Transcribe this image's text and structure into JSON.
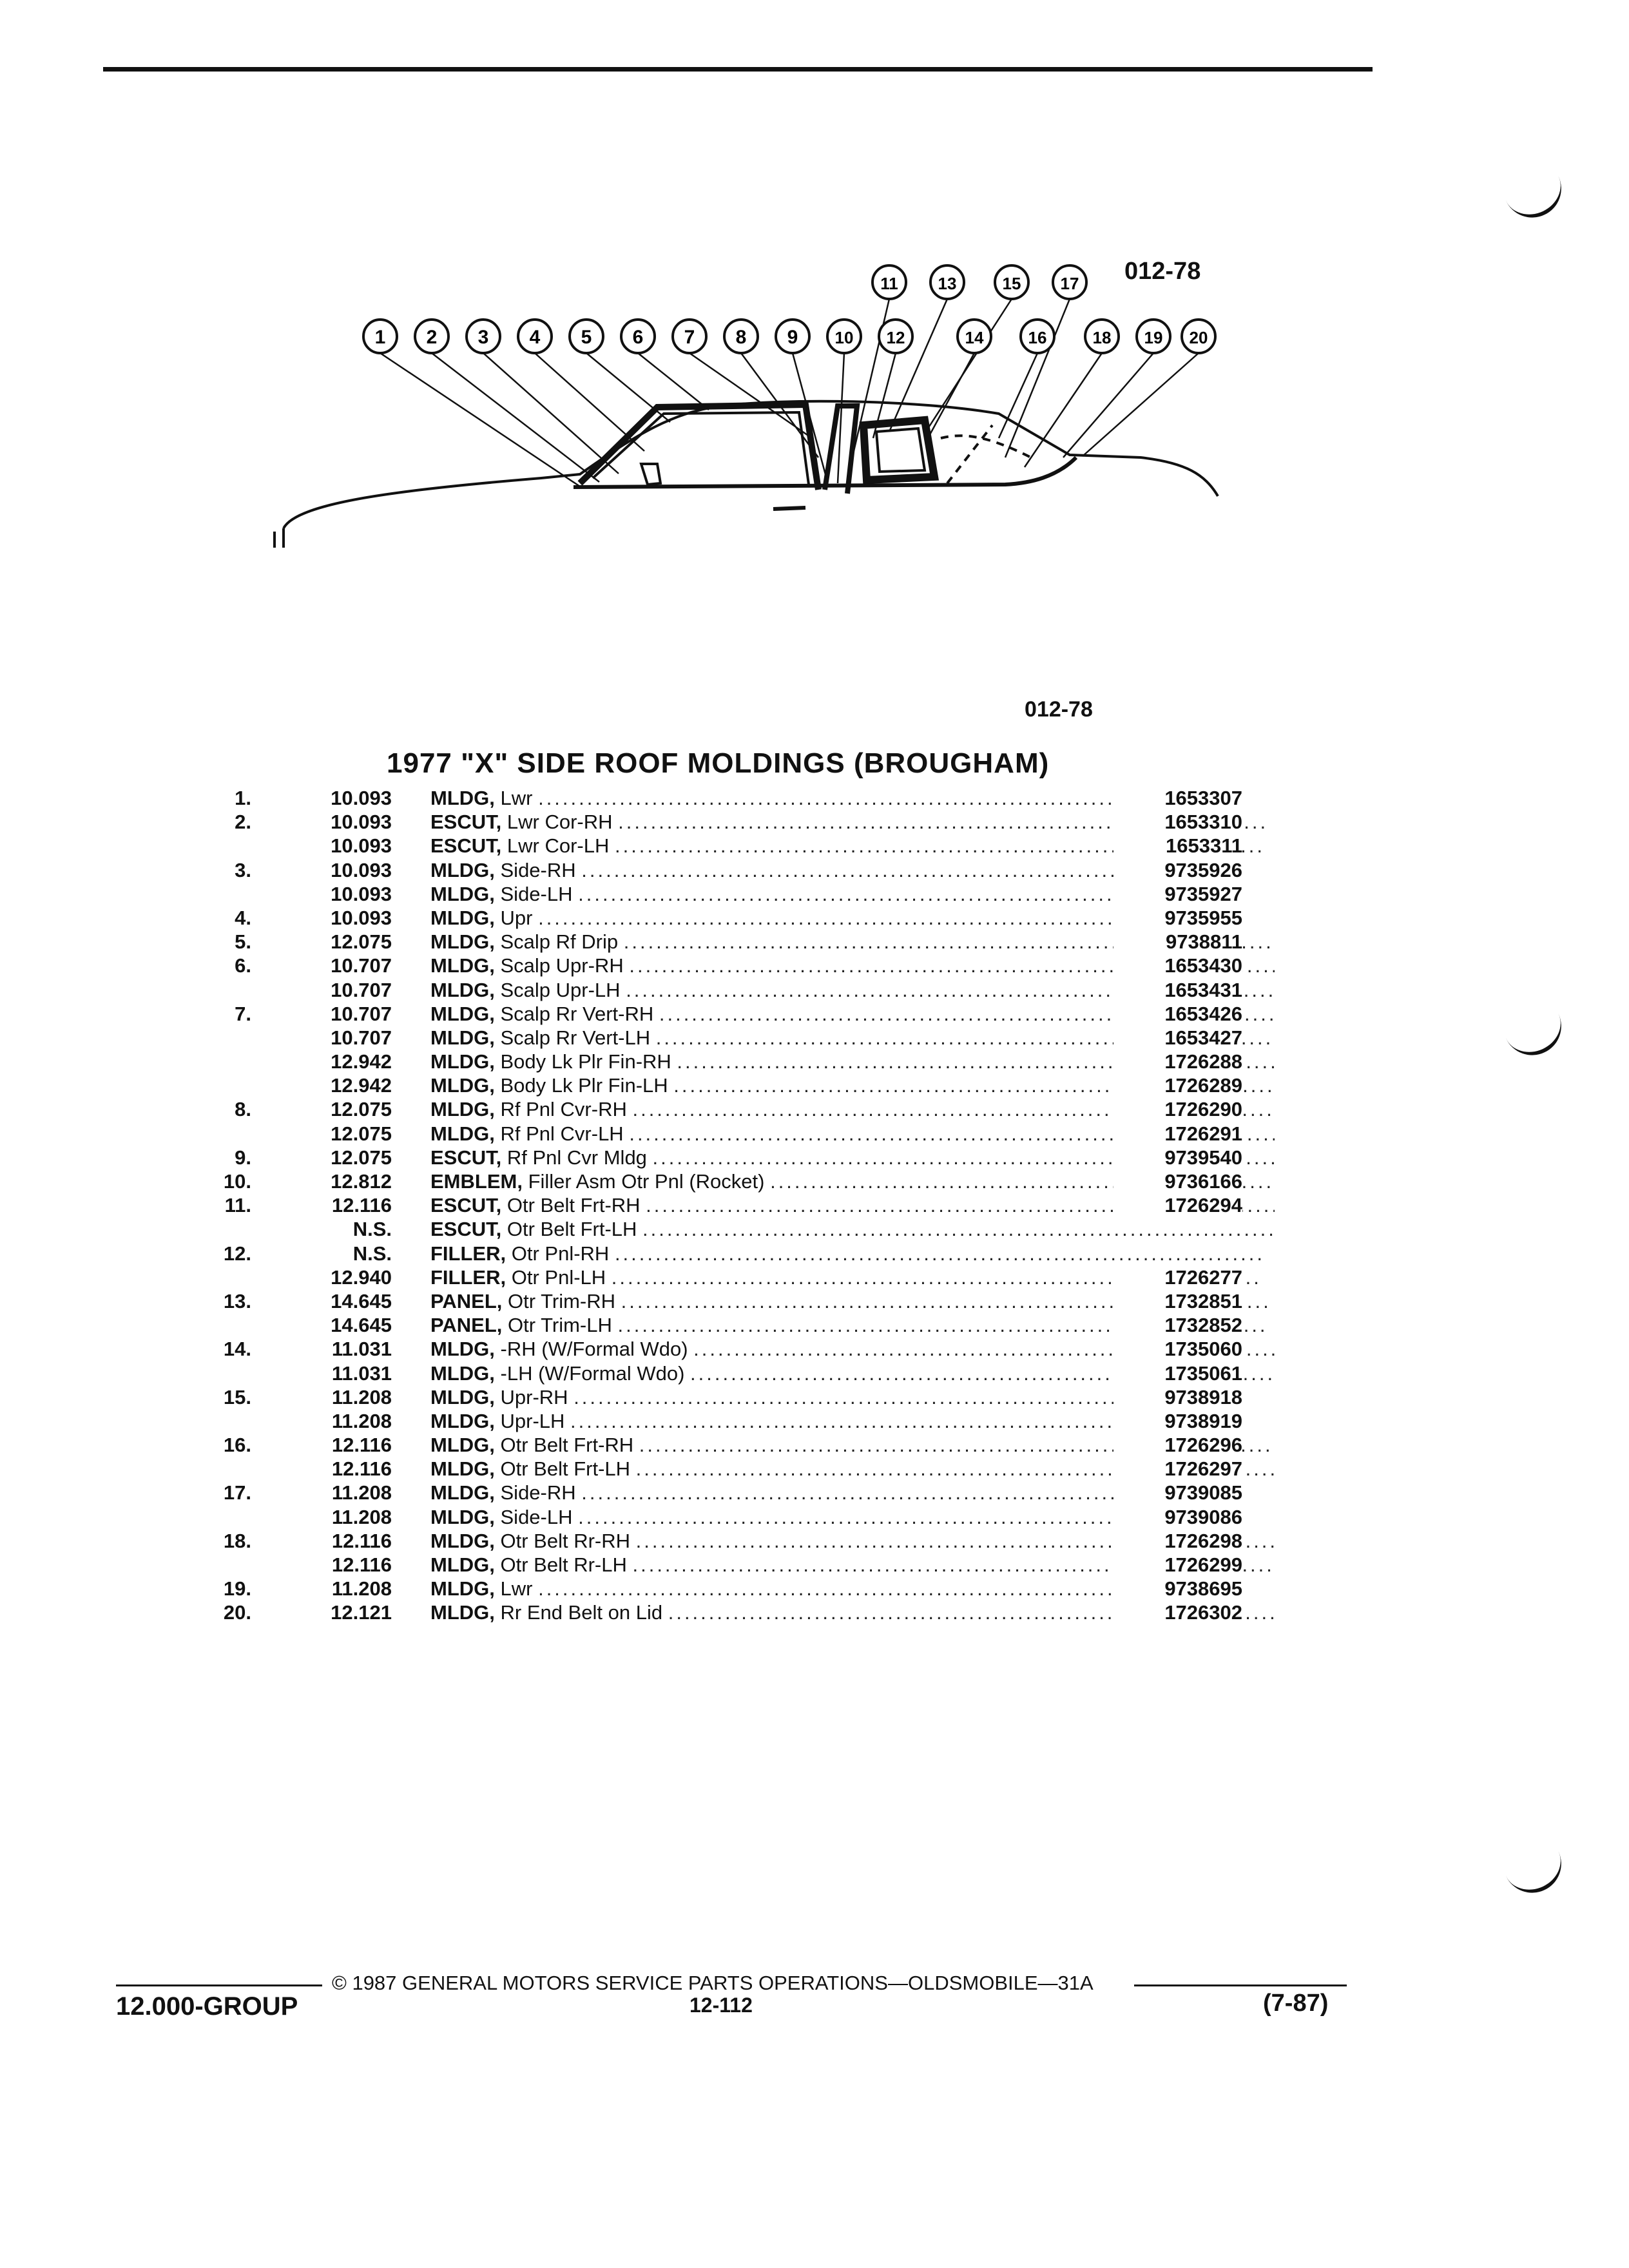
{
  "figure_code": "012-78",
  "figure_code_mid": "012-78",
  "callouts": [
    "1",
    "2",
    "3",
    "4",
    "5",
    "6",
    "7",
    "8",
    "9",
    "10",
    "11",
    "12",
    "13",
    "14",
    "15",
    "16",
    "17",
    "18",
    "19",
    "20"
  ],
  "title": "1977 \"X\" SIDE ROOF MOLDINGS (BROUGHAM)",
  "parts": [
    {
      "item": "1.",
      "group": "10.093",
      "name": "MLDG,",
      "desc": "Lwr",
      "part": "1653307"
    },
    {
      "item": "2.",
      "group": "10.093",
      "name": "ESCUT,",
      "desc": "Lwr Cor-RH",
      "part": "1653310"
    },
    {
      "item": "",
      "group": "10.093",
      "name": "ESCUT,",
      "desc": "Lwr Cor-LH",
      "part": "1653311"
    },
    {
      "item": "3.",
      "group": "10.093",
      "name": "MLDG,",
      "desc": "Side-RH",
      "part": "9735926"
    },
    {
      "item": "",
      "group": "10.093",
      "name": "MLDG,",
      "desc": "Side-LH",
      "part": "9735927"
    },
    {
      "item": "4.",
      "group": "10.093",
      "name": "MLDG,",
      "desc": "Upr",
      "part": "9735955"
    },
    {
      "item": "5.",
      "group": "12.075",
      "name": "MLDG,",
      "desc": "Scalp Rf Drip",
      "part": "9738811"
    },
    {
      "item": "6.",
      "group": "10.707",
      "name": "MLDG,",
      "desc": "Scalp Upr-RH",
      "part": "1653430"
    },
    {
      "item": "",
      "group": "10.707",
      "name": "MLDG,",
      "desc": "Scalp Upr-LH",
      "part": "1653431"
    },
    {
      "item": "7.",
      "group": "10.707",
      "name": "MLDG,",
      "desc": "Scalp Rr Vert-RH",
      "part": "1653426"
    },
    {
      "item": "",
      "group": "10.707",
      "name": "MLDG,",
      "desc": "Scalp Rr Vert-LH",
      "part": "1653427"
    },
    {
      "item": "",
      "group": "12.942",
      "name": "MLDG,",
      "desc": "Body Lk Plr Fin-RH",
      "part": "1726288"
    },
    {
      "item": "",
      "group": "12.942",
      "name": "MLDG,",
      "desc": "Body Lk Plr Fin-LH",
      "part": "1726289"
    },
    {
      "item": "8.",
      "group": "12.075",
      "name": "MLDG,",
      "desc": "Rf Pnl Cvr-RH",
      "part": "1726290"
    },
    {
      "item": "",
      "group": "12.075",
      "name": "MLDG,",
      "desc": "Rf Pnl Cvr-LH",
      "part": "1726291"
    },
    {
      "item": "9.",
      "group": "12.075",
      "name": "ESCUT,",
      "desc": "Rf Pnl Cvr Mldg",
      "part": "9739540"
    },
    {
      "item": "10.",
      "group": "12.812",
      "name": "EMBLEM,",
      "desc": "Filler Asm Otr Pnl (Rocket)",
      "part": "9736166"
    },
    {
      "item": "11.",
      "group": "12.116",
      "name": "ESCUT,",
      "desc": "Otr Belt Frt-RH",
      "part": "1726294"
    },
    {
      "item": "",
      "group": "N.S.",
      "name": "ESCUT,",
      "desc": "Otr Belt Frt-LH",
      "part": ""
    },
    {
      "item": "12.",
      "group": "N.S.",
      "name": "FILLER,",
      "desc": "Otr Pnl-RH",
      "part": ""
    },
    {
      "item": "",
      "group": "12.940",
      "name": "FILLER,",
      "desc": "Otr Pnl-LH",
      "part": "1726277"
    },
    {
      "item": "13.",
      "group": "14.645",
      "name": "PANEL,",
      "desc": "Otr Trim-RH",
      "part": "1732851"
    },
    {
      "item": "",
      "group": "14.645",
      "name": "PANEL,",
      "desc": "Otr Trim-LH",
      "part": "1732852"
    },
    {
      "item": "14.",
      "group": "11.031",
      "name": "MLDG,",
      "desc": "-RH (W/Formal Wdo)",
      "part": "1735060"
    },
    {
      "item": "",
      "group": "11.031",
      "name": "MLDG,",
      "desc": "-LH (W/Formal Wdo)",
      "part": "1735061"
    },
    {
      "item": "15.",
      "group": "11.208",
      "name": "MLDG,",
      "desc": "Upr-RH",
      "part": "9738918"
    },
    {
      "item": "",
      "group": "11.208",
      "name": "MLDG,",
      "desc": "Upr-LH",
      "part": "9738919"
    },
    {
      "item": "16.",
      "group": "12.116",
      "name": "MLDG,",
      "desc": "Otr Belt Frt-RH",
      "part": "1726296"
    },
    {
      "item": "",
      "group": "12.116",
      "name": "MLDG,",
      "desc": "Otr Belt Frt-LH",
      "part": "1726297"
    },
    {
      "item": "17.",
      "group": "11.208",
      "name": "MLDG,",
      "desc": "Side-RH",
      "part": "9739085"
    },
    {
      "item": "",
      "group": "11.208",
      "name": "MLDG,",
      "desc": "Side-LH",
      "part": "9739086"
    },
    {
      "item": "18.",
      "group": "12.116",
      "name": "MLDG,",
      "desc": "Otr Belt Rr-RH",
      "part": "1726298"
    },
    {
      "item": "",
      "group": "12.116",
      "name": "MLDG,",
      "desc": "Otr Belt Rr-LH",
      "part": "1726299"
    },
    {
      "item": "19.",
      "group": "11.208",
      "name": "MLDG,",
      "desc": "Lwr",
      "part": "9738695"
    },
    {
      "item": "20.",
      "group": "12.121",
      "name": "MLDG,",
      "desc": "Rr End Belt on Lid",
      "part": "1726302"
    }
  ],
  "footer": {
    "copyright": "© 1987 GENERAL MOTORS SERVICE PARTS OPERATIONS—OLDSMOBILE—31A",
    "group": "12.000-GROUP",
    "page": "12-112",
    "date_code": "(7-87)"
  }
}
